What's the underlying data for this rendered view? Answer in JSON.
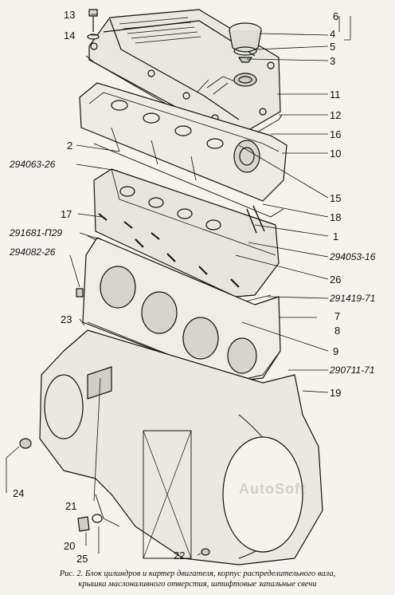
{
  "caption": {
    "line1": "Рис. 2. Блок цилиндров и картер двигателя, корпус распределительного вала,",
    "line2": "крышка маслоналивного отверстия, штифтовые запальные свечи"
  },
  "watermark": "AutoSoft",
  "labels": {
    "n1": "1",
    "n2": "2",
    "n3": "3",
    "n4": "4",
    "n5": "5",
    "n6": "6",
    "n7": "7",
    "n8": "8",
    "n9": "9",
    "n10": "10",
    "n11": "11",
    "n12": "12",
    "n13": "13",
    "n14": "14",
    "n15": "15",
    "n16": "16",
    "n17": "17",
    "n18": "18",
    "n19": "19",
    "n20": "20",
    "n21": "21",
    "n22": "22",
    "n23": "23",
    "n24": "24",
    "n25": "25",
    "n26": "26",
    "p294063": "294063-26",
    "p291681": "291681-П29",
    "p294082": "294082-26",
    "p294053": "294053-16",
    "p291419": "291419-71",
    "p290711": "290711-71"
  },
  "colors": {
    "ink": "#111111",
    "paper": "#f4f3ee",
    "shade": "#9a9a9a"
  }
}
